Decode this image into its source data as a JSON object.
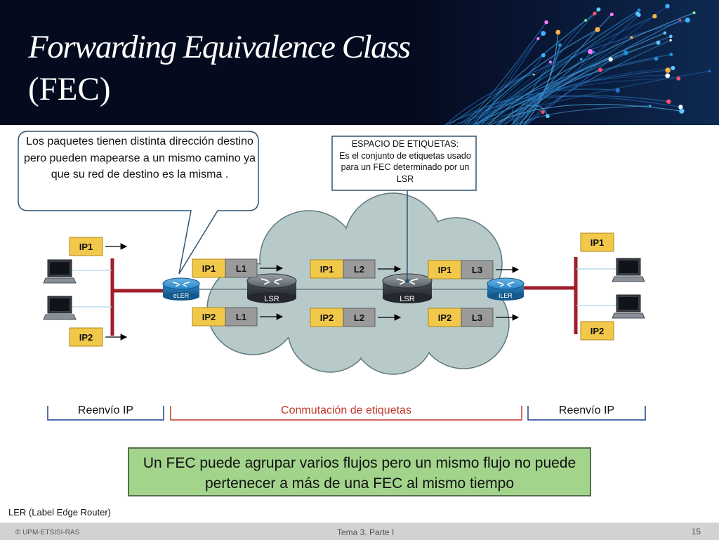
{
  "slide": {
    "title_line1": "Forwarding Equivalence Class",
    "title_line2": "(FEC)",
    "callout_text": "Los paquetes tienen distinta dirección destino pero pueden mapearse a un mismo camino ya que su red de destino es la misma .",
    "label_space_text": "ESPACIO DE ETIQUETAS:\nEs el conjunto de etiquetas usado para un FEC determinado por un LSR",
    "conclusion_text": "Un FEC puede agrupar varios flujos pero un mismo flujo no puede pertenecer a más de una FEC al mismo tiempo",
    "footnote": "LER (Label Edge Router)"
  },
  "diagram": {
    "routers": [
      {
        "label": "eLER"
      },
      {
        "label": "LSR"
      },
      {
        "label": "LSR"
      },
      {
        "label": "iLER"
      }
    ],
    "packets": {
      "left_ip1": "IP1",
      "left_ip2": "IP2",
      "right_ip1": "IP1",
      "right_ip2": "IP2",
      "labeled": [
        {
          "ip": "IP1",
          "label": "L1"
        },
        {
          "ip": "IP2",
          "label": "L1"
        },
        {
          "ip": "IP1",
          "label": "L2"
        },
        {
          "ip": "IP2",
          "label": "L2"
        },
        {
          "ip": "IP1",
          "label": "L3"
        },
        {
          "ip": "IP2",
          "label": "L3"
        }
      ]
    },
    "ranges": [
      {
        "label": "Reenvío IP",
        "color": "#1f3f8f"
      },
      {
        "label": "Conmutación de etiquetas",
        "color": "#c0392b"
      },
      {
        "label": "Reenvío IP",
        "color": "#1f3f8f"
      }
    ],
    "colors": {
      "cloud": "#b7c9c9",
      "ip_box": "#f1c84a",
      "label_box": "#9a9a9a",
      "network_bar": "#a01d2b",
      "router": "#1f7fbe"
    }
  },
  "footer": {
    "left": "© UPM-ETSISI-RAS",
    "center": "Tema 3. Parte I",
    "page_number": "15"
  }
}
